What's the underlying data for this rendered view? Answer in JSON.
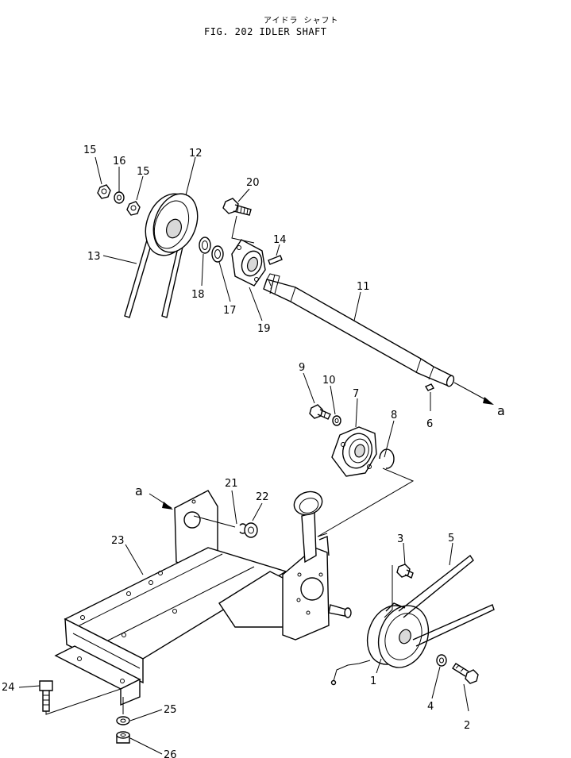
{
  "figure": {
    "title_jp": "アイドラ シャフト",
    "title": "FIG. 202  IDLER SHAFT"
  },
  "callouts": [
    {
      "id": "p1",
      "text": "1"
    },
    {
      "id": "p2",
      "text": "2"
    },
    {
      "id": "p3",
      "text": "3"
    },
    {
      "id": "p4",
      "text": "4"
    },
    {
      "id": "p5",
      "text": "5"
    },
    {
      "id": "p6",
      "text": "6"
    },
    {
      "id": "p7",
      "text": "7"
    },
    {
      "id": "p8",
      "text": "8"
    },
    {
      "id": "p9",
      "text": "9"
    },
    {
      "id": "p10",
      "text": "10"
    },
    {
      "id": "p11",
      "text": "11"
    },
    {
      "id": "p12",
      "text": "12"
    },
    {
      "id": "p13",
      "text": "13"
    },
    {
      "id": "p14",
      "text": "14"
    },
    {
      "id": "p15a",
      "text": "15"
    },
    {
      "id": "p15b",
      "text": "15"
    },
    {
      "id": "p16",
      "text": "16"
    },
    {
      "id": "p17",
      "text": "17"
    },
    {
      "id": "p18",
      "text": "18"
    },
    {
      "id": "p19",
      "text": "19"
    },
    {
      "id": "p20",
      "text": "20"
    },
    {
      "id": "p21",
      "text": "21"
    },
    {
      "id": "p22",
      "text": "22"
    },
    {
      "id": "p23",
      "text": "23"
    },
    {
      "id": "p24",
      "text": "24"
    },
    {
      "id": "p25",
      "text": "25"
    },
    {
      "id": "p26",
      "text": "26"
    }
  ],
  "refs": {
    "ref_a_right": "a",
    "ref_a_left": "a"
  }
}
